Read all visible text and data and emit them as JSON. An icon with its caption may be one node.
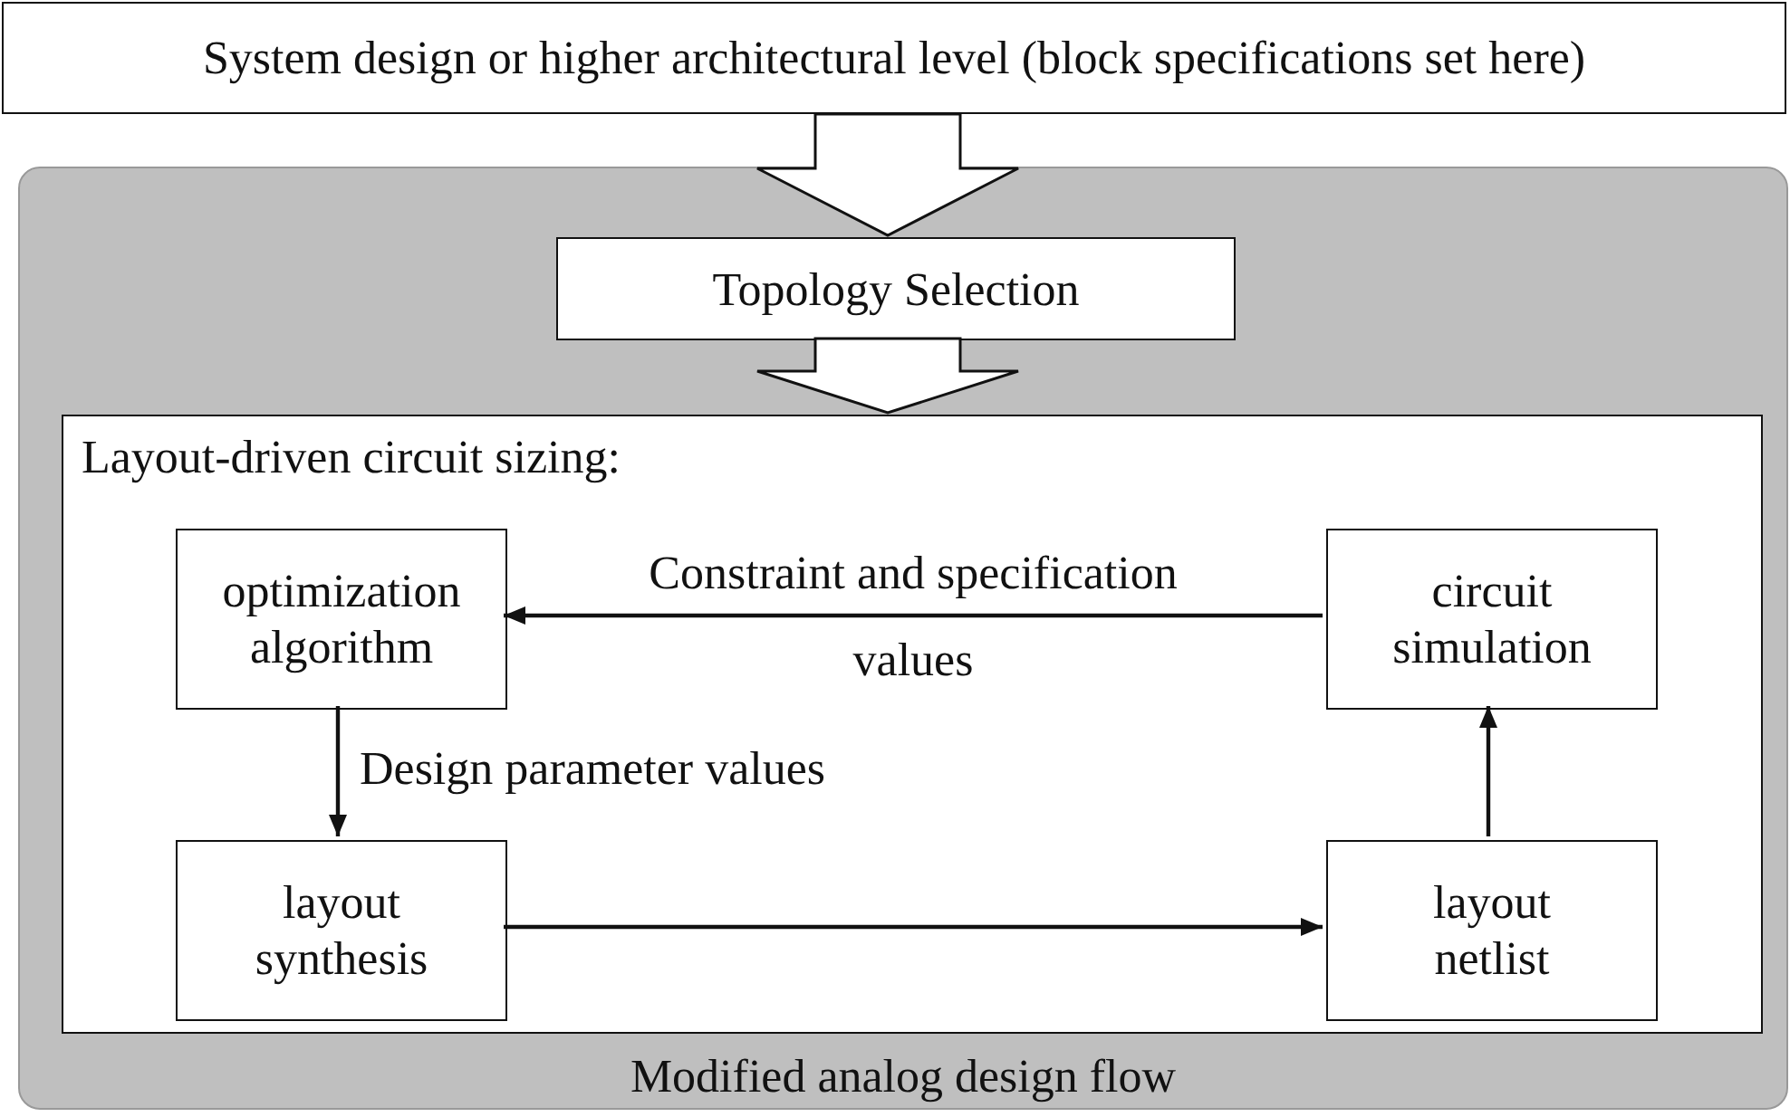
{
  "diagram": {
    "nodes": [
      {
        "text": [
          "System design or higher architectural level (block specifications set here)"
        ]
      },
      {
        "text": [
          "Modified analog design flow"
        ]
      },
      {
        "text": [
          "Topology Selection"
        ],
        "in": 1
      },
      {
        "text": [
          "Layout-driven circuit sizing:"
        ],
        "in": 1
      },
      {
        "text": [
          "optimization algorithm"
        ],
        "in": 3
      },
      {
        "text": [
          "circuit simulation"
        ],
        "in": 3
      },
      {
        "text": [
          "layout synthesis"
        ],
        "in": 3
      },
      {
        "text": [
          "layout netlist"
        ],
        "in": 3
      }
    ],
    "edges": [
      {
        "from": 0,
        "to": 2,
        "arrow": "to",
        "style": "thick"
      },
      {
        "from": 2,
        "to": 3,
        "arrow": "to",
        "style": "thick"
      },
      {
        "from": 5,
        "to": 4,
        "arrow": "to",
        "label": "Constraint and specification values"
      },
      {
        "from": 4,
        "to": 6,
        "arrow": "to",
        "label": "Design parameter values"
      },
      {
        "from": 6,
        "to": 7,
        "arrow": "to"
      },
      {
        "from": 7,
        "to": 5,
        "arrow": "to"
      }
    ]
  }
}
